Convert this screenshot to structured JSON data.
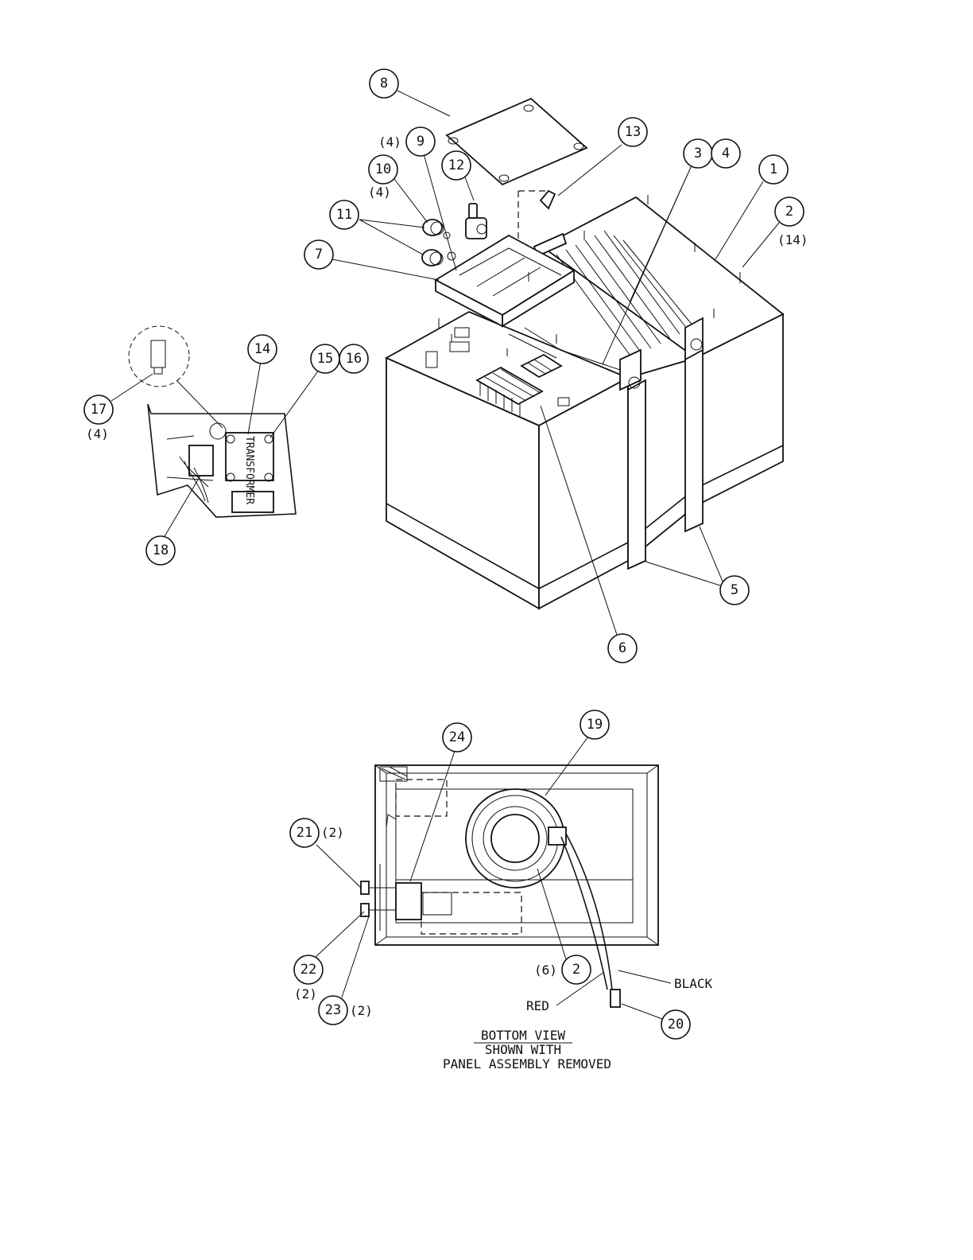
{
  "callouts": [
    {
      "id": "1",
      "label": "1"
    },
    {
      "id": "2",
      "label": "2"
    },
    {
      "id": "3",
      "label": "3"
    },
    {
      "id": "4",
      "label": "4"
    },
    {
      "id": "5",
      "label": "5"
    },
    {
      "id": "6",
      "label": "6"
    },
    {
      "id": "7",
      "label": "7"
    },
    {
      "id": "8",
      "label": "8"
    },
    {
      "id": "9",
      "label": "9"
    },
    {
      "id": "10",
      "label": "10"
    },
    {
      "id": "11",
      "label": "11"
    },
    {
      "id": "12",
      "label": "12"
    },
    {
      "id": "13",
      "label": "13"
    },
    {
      "id": "14",
      "label": "14"
    },
    {
      "id": "15",
      "label": "15"
    },
    {
      "id": "16",
      "label": "16"
    },
    {
      "id": "17",
      "label": "17"
    },
    {
      "id": "18",
      "label": "18"
    },
    {
      "id": "19",
      "label": "19"
    },
    {
      "id": "20",
      "label": "20"
    },
    {
      "id": "21",
      "label": "21"
    },
    {
      "id": "22",
      "label": "22"
    },
    {
      "id": "23",
      "label": "23"
    },
    {
      "id": "24",
      "label": "24"
    },
    {
      "id": "2b",
      "label": "2"
    }
  ],
  "quantities": {
    "q2": "(14)",
    "q9": "(4)",
    "q10": "(4)",
    "q17": "(4)",
    "q21": "(2)",
    "q22": "(2)",
    "q23": "(2)",
    "q2b": "(6)"
  },
  "wire_labels": {
    "black": "BLACK",
    "red": "RED"
  },
  "component_text": "TRANSFORMER",
  "caption": {
    "line1": "BOTTOM VIEW",
    "line2": "SHOWN WITH",
    "line3": "PANEL ASSEMBLY REMOVED"
  }
}
